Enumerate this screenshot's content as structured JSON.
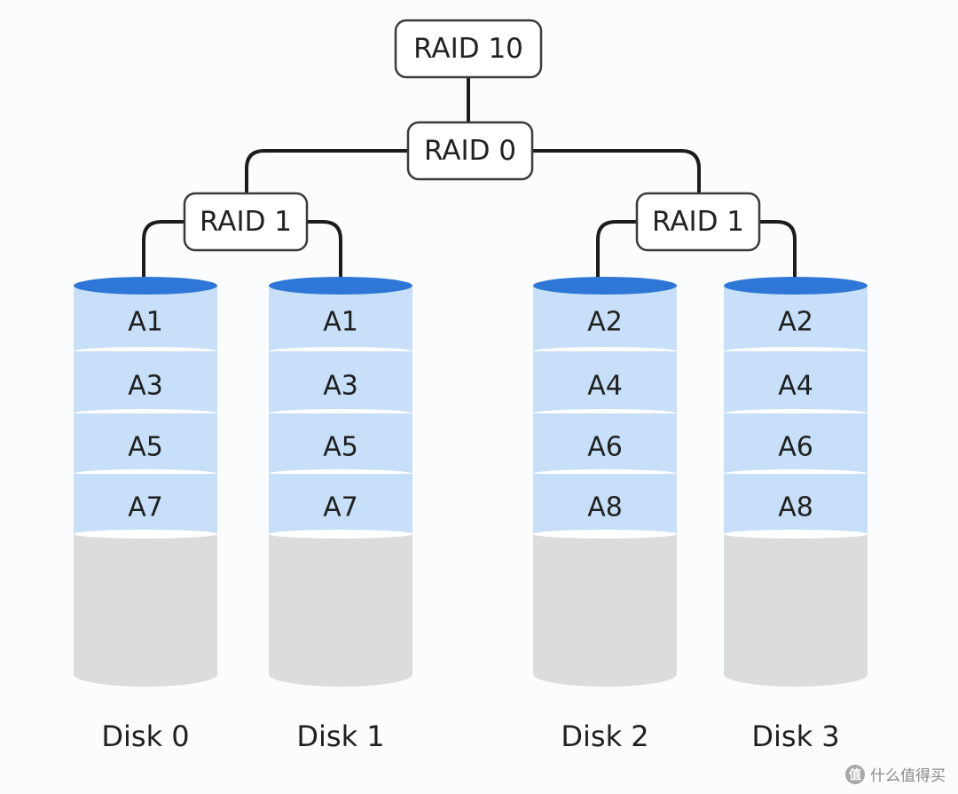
{
  "colors": {
    "connector": "#1c1c1c",
    "node_fill": "#ffffff",
    "node_border": "#3a3a3a",
    "disk_top": "#2f77d6",
    "block_fill": "#c7dff8",
    "block_separator": "#ffffff",
    "disk_empty": "#dcdcdc"
  },
  "tree": {
    "root": "RAID 10",
    "stripe": "RAID 0",
    "mirror_left": "RAID 1",
    "mirror_right": "RAID 1"
  },
  "disks": [
    {
      "label": "Disk 0",
      "blocks": [
        "A1",
        "A3",
        "A5",
        "A7"
      ]
    },
    {
      "label": "Disk 1",
      "blocks": [
        "A1",
        "A3",
        "A5",
        "A7"
      ]
    },
    {
      "label": "Disk 2",
      "blocks": [
        "A2",
        "A4",
        "A6",
        "A8"
      ]
    },
    {
      "label": "Disk 3",
      "blocks": [
        "A2",
        "A4",
        "A6",
        "A8"
      ]
    }
  ],
  "watermark": {
    "logo_text": "值",
    "text": "什么值得买"
  }
}
